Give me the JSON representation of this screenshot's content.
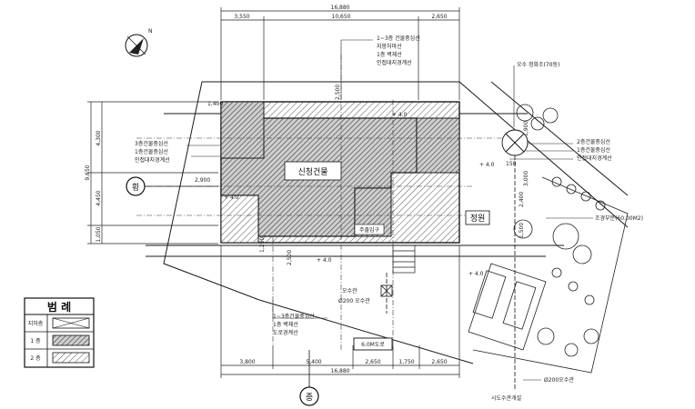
{
  "building_label": "신청건물",
  "courtyard_label": "정원",
  "road_label": "6.0M도로",
  "dims_top": {
    "total": "16,880",
    "seg1": "3,550",
    "seg2": "10,650",
    "seg3": "2,650"
  },
  "dims_bottom": {
    "total": "16,880",
    "seg1": "3,800",
    "seg2": "5,400",
    "seg3": "2,650",
    "seg4": "1,750",
    "seg5": "2,650"
  },
  "dims_left": {
    "total": "9,650",
    "seg1": "4,300",
    "seg2": "4,450",
    "seg3": "1,050"
  },
  "dims_inner": {
    "d1": "2,500",
    "d2": "2,900",
    "d3": "2,500",
    "d4": "2,400",
    "d5": "1,500",
    "d6": "150",
    "d7": "1,400",
    "d8": "1,900",
    "d9": "3,000",
    "d10": "1,250"
  },
  "elevation_marks": {
    "e1": "+ 4.0",
    "e2": "+ 4.0",
    "e3": "+ 4.0",
    "e4": "+ 4.0",
    "e5": "+ 4.0"
  },
  "notes_top": [
    "1~3층 건물중심선",
    "지붕처마선",
    "1층 벽체선",
    "인접대지경계선"
  ],
  "notes_left": [
    "3층건물중심선",
    "1층건물중심선",
    "인접대지경계선"
  ],
  "notes_right": [
    "2층건물중심선",
    "1층건물중심선",
    "인접대지경계선"
  ],
  "notes_bottom": [
    "1~3층건물중심선",
    "1층 벽체선",
    "도로경계선"
  ],
  "note_sewer_top": "오수 정화조(70동)",
  "note_landscape": "조경부분(60.00M2)",
  "note_pipe1": "Ø200 오수관",
  "note_pipe2": "Ø200오수관",
  "note_public": "시도수관개설",
  "entrance_label": "주출입구",
  "inlet_label": "오수관",
  "side_marker_left": "횡",
  "side_marker_bottom": "종",
  "north_label": "N",
  "legend": {
    "title": "범 례",
    "rows": [
      {
        "label": "지하층"
      },
      {
        "label": "1 층"
      },
      {
        "label": "2 층"
      }
    ]
  },
  "colors": {
    "line": "#1a1a1a",
    "hatch": "#555555",
    "paper": "#ffffff"
  }
}
